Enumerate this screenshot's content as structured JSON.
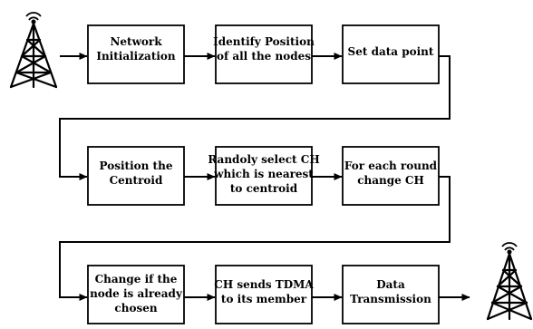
{
  "flowchart": {
    "steps": [
      {
        "id": "network-init",
        "lines": [
          "Network",
          "Initialization"
        ]
      },
      {
        "id": "identify-position",
        "lines": [
          "Identify Position",
          "of all the nodes"
        ]
      },
      {
        "id": "set-data-point",
        "lines": [
          "Set data point"
        ]
      },
      {
        "id": "position-centroid",
        "lines": [
          "Position the",
          "Centroid"
        ]
      },
      {
        "id": "select-ch",
        "lines": [
          "Randoly select CH",
          "which is nearest",
          "to centroid"
        ]
      },
      {
        "id": "change-ch",
        "lines": [
          "For each round",
          "change CH"
        ]
      },
      {
        "id": "change-if-chosen",
        "lines": [
          "Change if the",
          "node is already",
          "chosen"
        ]
      },
      {
        "id": "ch-sends-tdma",
        "lines": [
          "CH sends TDMA",
          "to its member"
        ]
      },
      {
        "id": "data-transmission",
        "lines": [
          "Data",
          "Transmission"
        ]
      }
    ],
    "icons": {
      "source": "radio-tower-icon",
      "sink": "radio-tower-icon"
    },
    "colors": {
      "stroke": "#000000",
      "background": "#ffffff"
    }
  }
}
